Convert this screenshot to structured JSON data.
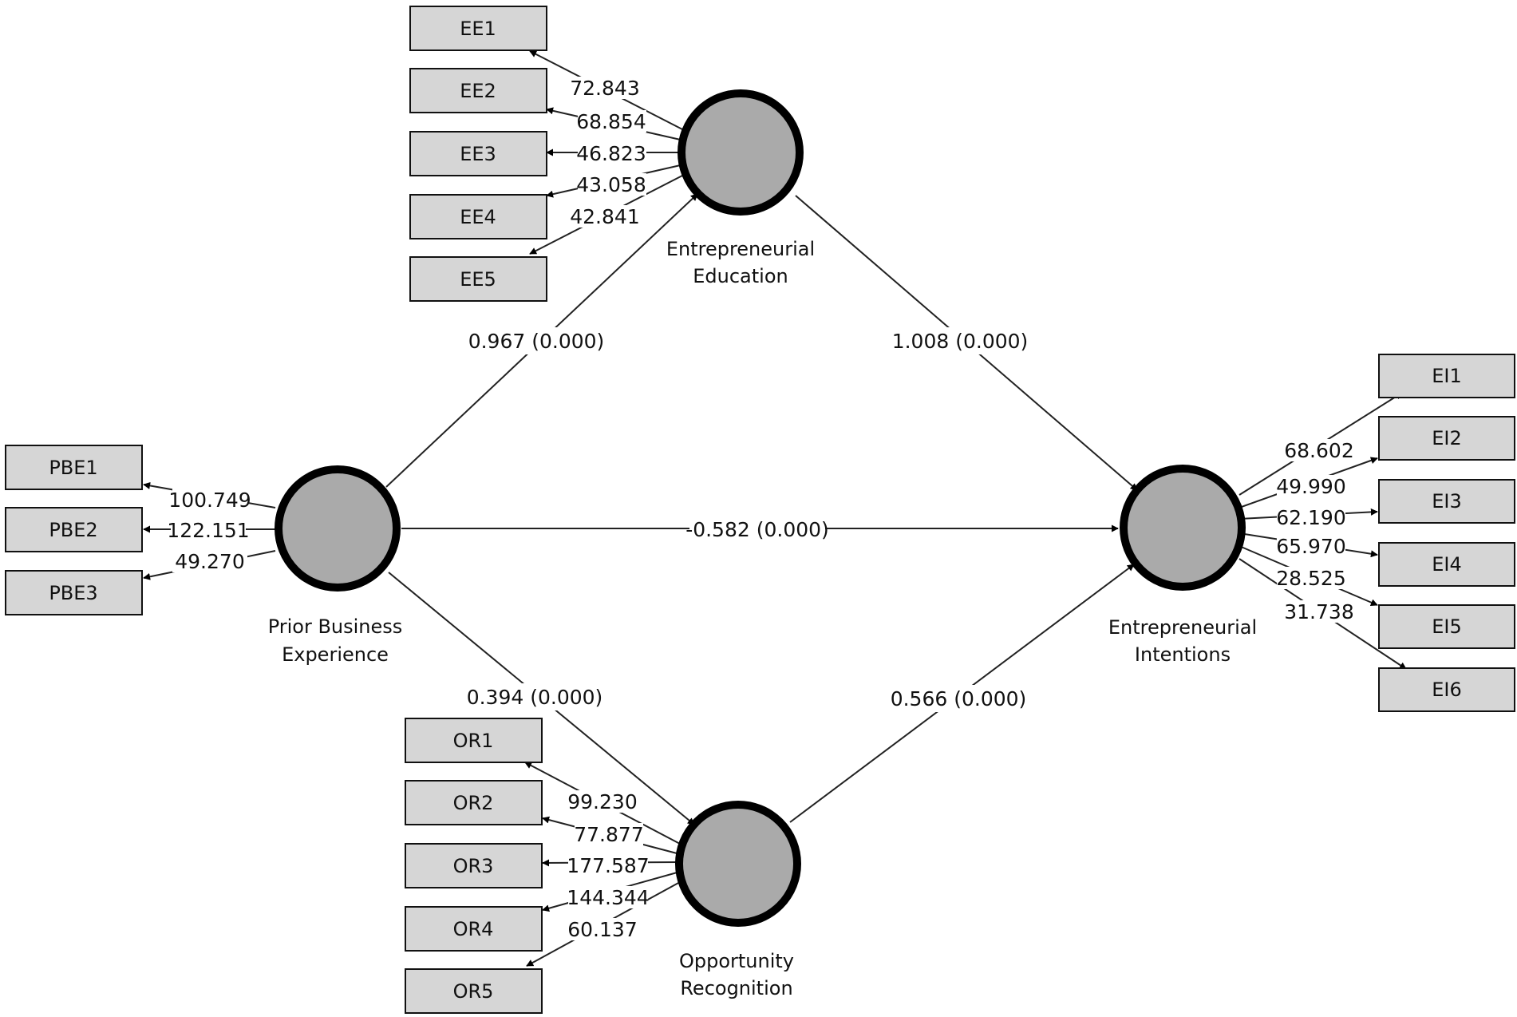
{
  "constructs": {
    "EE": {
      "label_lines": [
        "Entrepreneurial",
        "Education"
      ]
    },
    "PBE": {
      "label_lines": [
        "Prior Business",
        "Experience"
      ]
    },
    "OR": {
      "label_lines": [
        "Opportunity",
        "Recognition"
      ]
    },
    "EI": {
      "label_lines": [
        "Entrepreneurial",
        "Intentions"
      ]
    }
  },
  "indicators": {
    "EE": [
      {
        "name": "EE1",
        "value": "72.843"
      },
      {
        "name": "EE2",
        "value": "68.854"
      },
      {
        "name": "EE3",
        "value": "46.823"
      },
      {
        "name": "EE4",
        "value": "43.058"
      },
      {
        "name": "EE5",
        "value": "42.841"
      }
    ],
    "PBE": [
      {
        "name": "PBE1",
        "value": "100.749"
      },
      {
        "name": "PBE2",
        "value": "122.151"
      },
      {
        "name": "PBE3",
        "value": "49.270"
      }
    ],
    "OR": [
      {
        "name": "OR1",
        "value": "99.230"
      },
      {
        "name": "OR2",
        "value": "77.877"
      },
      {
        "name": "OR3",
        "value": "177.587"
      },
      {
        "name": "OR4",
        "value": "144.344"
      },
      {
        "name": "OR5",
        "value": "60.137"
      }
    ],
    "EI": [
      {
        "name": "EI1",
        "value": "68.602"
      },
      {
        "name": "EI2",
        "value": "49.990"
      },
      {
        "name": "EI3",
        "value": "62.190"
      },
      {
        "name": "EI4",
        "value": "65.970"
      },
      {
        "name": "EI5",
        "value": "28.525"
      },
      {
        "name": "EI6",
        "value": "31.738"
      }
    ]
  },
  "paths": {
    "PBE_EE": "0.967 (0.000)",
    "EE_EI": "1.008 (0.000)",
    "PBE_EI": "-0.582 (0.000)",
    "PBE_OR": "0.394 (0.000)",
    "OR_EI": "0.566 (0.000)"
  }
}
